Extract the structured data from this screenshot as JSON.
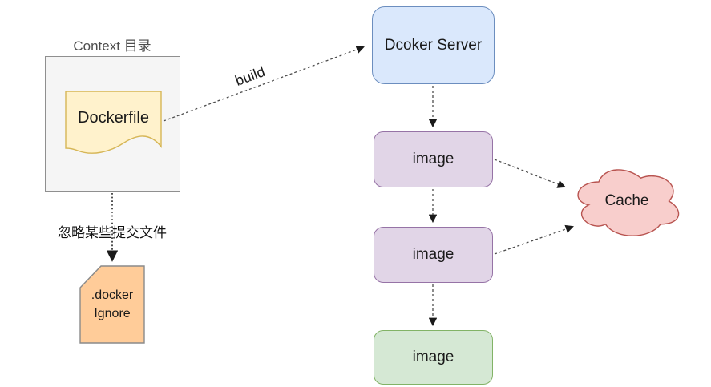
{
  "nodes": {
    "context": {
      "label": "Context 目录"
    },
    "dockerfile": {
      "label": "Dockerfile"
    },
    "server": {
      "label": "Dcoker Server"
    },
    "image1": {
      "label": "image"
    },
    "image2": {
      "label": "image"
    },
    "image3": {
      "label": "image"
    },
    "cache": {
      "label": "Cache"
    },
    "dockerignore": {
      "label": ".docker\nIgnore"
    }
  },
  "edges": {
    "build": {
      "label": "build"
    },
    "ignore": {
      "label": "忽略某些提交文件"
    }
  },
  "palette": {
    "context_fill": "#f5f5f5",
    "context_stroke": "#8f8f8f",
    "yellow_fill": "#fff2cc",
    "yellow_stroke": "#d6b656",
    "blue_fill": "#dae8fc",
    "blue_stroke": "#6c8ebf",
    "purple_fill": "#e1d5e7",
    "purple_stroke": "#9673a6",
    "green_fill": "#d5e8d4",
    "green_stroke": "#82b366",
    "red_fill": "#f8cecc",
    "red_stroke": "#b85450",
    "orange_fill": "#ffcc99",
    "orange_stroke": "#8a8a8a",
    "edge_line": "#4d4d4d",
    "arrowhead": "#1a1a1a",
    "text": "#1a1a1a",
    "muted_text": "#4d4d4d"
  }
}
